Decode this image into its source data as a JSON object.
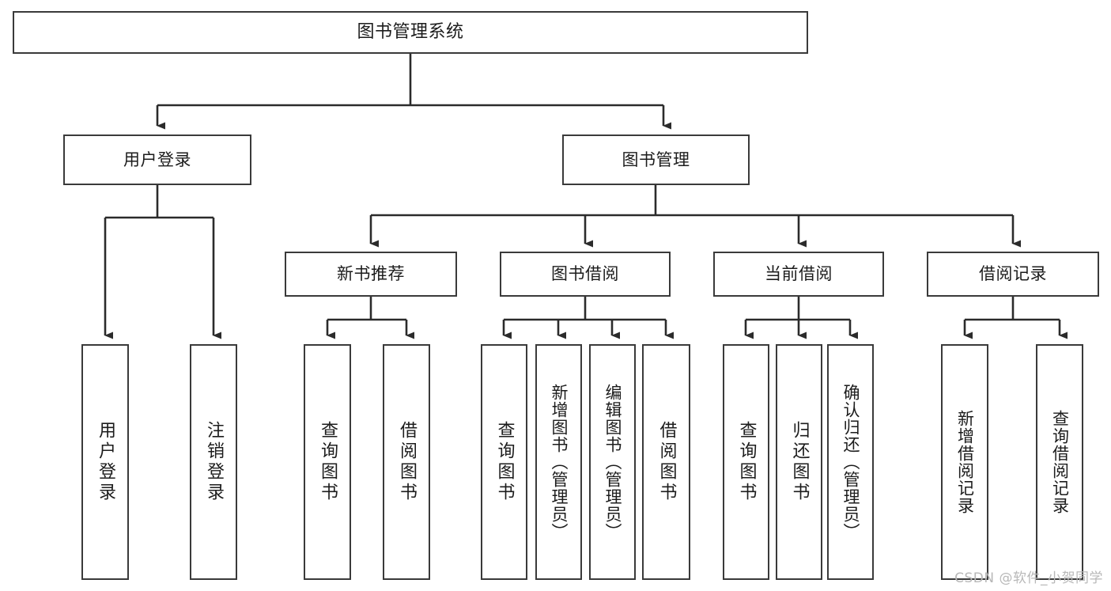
{
  "diagram": {
    "title": "图书管理系统",
    "type": "functional-structure-tree",
    "watermark": "CSDN @软件_小贺同学",
    "colors": {
      "box_border": "#3a3a3a",
      "box_fill": "#ffffff",
      "connector": "#2b2b2b",
      "text": "#1c1c1c",
      "watermark": "#b8b8b8"
    },
    "root": {
      "label": "图书管理系统"
    },
    "level2": [
      {
        "label": "用户登录"
      },
      {
        "label": "图书管理"
      }
    ],
    "level3": [
      {
        "label": "新书推荐"
      },
      {
        "label": "图书借阅"
      },
      {
        "label": "当前借阅"
      },
      {
        "label": "借阅记录"
      }
    ],
    "leaves": {
      "user_login": [
        {
          "label": "用户登录"
        },
        {
          "label": "注销登录"
        }
      ],
      "new_book_recommend": [
        {
          "label": "查询图书"
        },
        {
          "label": "借阅图书"
        }
      ],
      "book_borrow": [
        {
          "label": "查询图书"
        },
        {
          "label": "新增图书（管理员）"
        },
        {
          "label": "编辑图书（管理员）"
        },
        {
          "label": "借阅图书"
        }
      ],
      "current_borrow": [
        {
          "label": "查询图书"
        },
        {
          "label": "归还图书"
        },
        {
          "label": "确认归还（管理员）"
        }
      ],
      "borrow_record": [
        {
          "label": "新增借阅记录"
        },
        {
          "label": "查询借阅记录"
        }
      ]
    }
  }
}
